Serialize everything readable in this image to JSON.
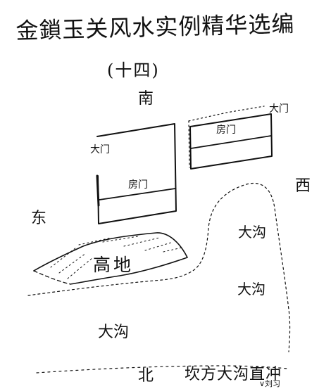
{
  "title": "金鎖玉关风水实例精华选编",
  "subtitle": "(十四)",
  "directions": {
    "south": "南",
    "east": "东",
    "west": "西",
    "north": "北"
  },
  "labels": {
    "door_left": "大门",
    "door_right_top": "大门",
    "room_door_left": "房门",
    "room_door_right": "房门",
    "ditch_1": "大沟",
    "ditch_2": "大沟",
    "ditch_3": "大沟",
    "high_ground": "高地",
    "bottom_note": "坎方大沟直冲",
    "corner_mark": "∨刘习"
  }
}
